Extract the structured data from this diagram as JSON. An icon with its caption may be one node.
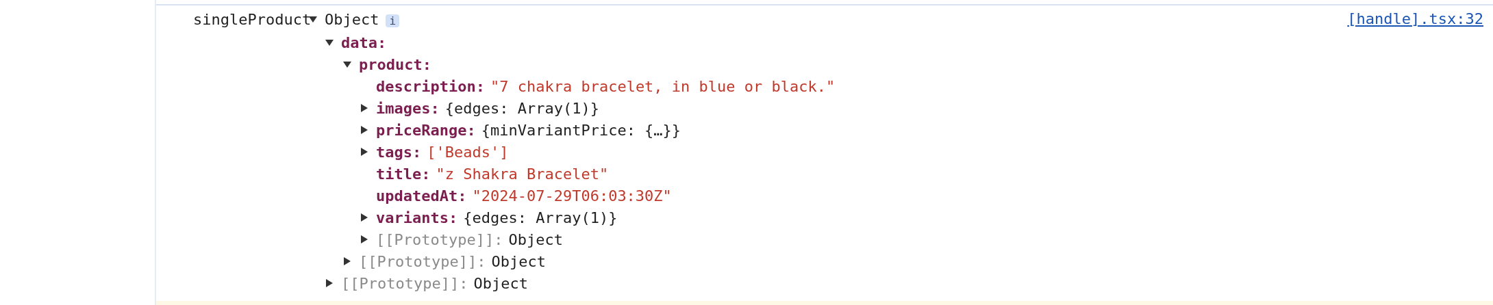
{
  "diagram": {
    "labels": [
      "singleProduct",
      "Object",
      "i",
      "[handle].tsx:32",
      "data:",
      "product:",
      "description:",
      "\"7 chakra bracelet, in blue or black.\"",
      "images:",
      "{edges: Array(1)}",
      "priceRange:",
      "{minVariantPrice: {…}}",
      "tags:",
      "['Beads']",
      "title:",
      "\"z Shakra Bracelet\"",
      "updatedAt:",
      "\"2024-07-29T06:03:30Z\"",
      "variants:",
      "{edges: Array(1)}",
      "[[Prototype]]:",
      "Object",
      "[[Prototype]]:",
      "Object",
      "[[Prototype]]:",
      "Object"
    ]
  }
}
